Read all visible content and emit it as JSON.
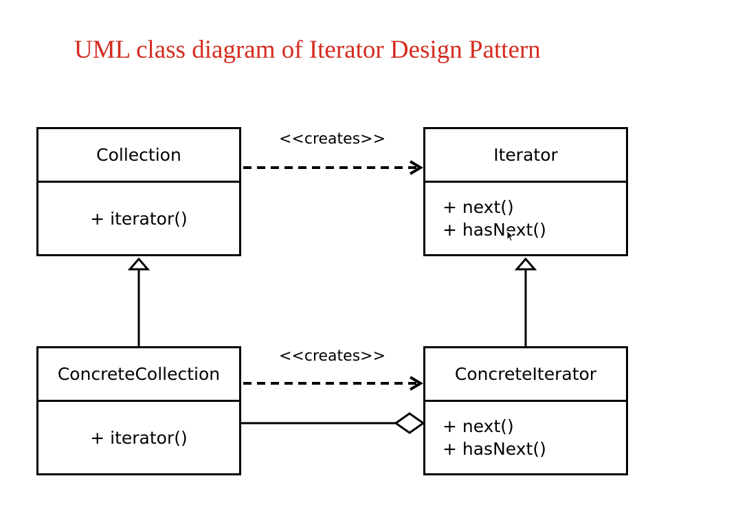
{
  "title": "UML class diagram of Iterator Design Pattern",
  "classes": {
    "collection": {
      "name": "Collection",
      "operations": [
        "+ iterator()"
      ]
    },
    "iterator": {
      "name": "Iterator",
      "operations": [
        "+ next()",
        "+ hasNext()"
      ]
    },
    "concrete_collection": {
      "name": "ConcreteCollection",
      "operations": [
        "+ iterator()"
      ]
    },
    "concrete_iterator": {
      "name": "ConcreteIterator",
      "operations": [
        "+ next()",
        "+ hasNext()"
      ]
    }
  },
  "relations": {
    "creates_top": "<<creates>>",
    "creates_bottom": "<<creates>>"
  },
  "colors": {
    "title": "#d42b1e",
    "lines": "#000000"
  },
  "icons": {
    "cursor": "mouse-pointer-icon"
  }
}
